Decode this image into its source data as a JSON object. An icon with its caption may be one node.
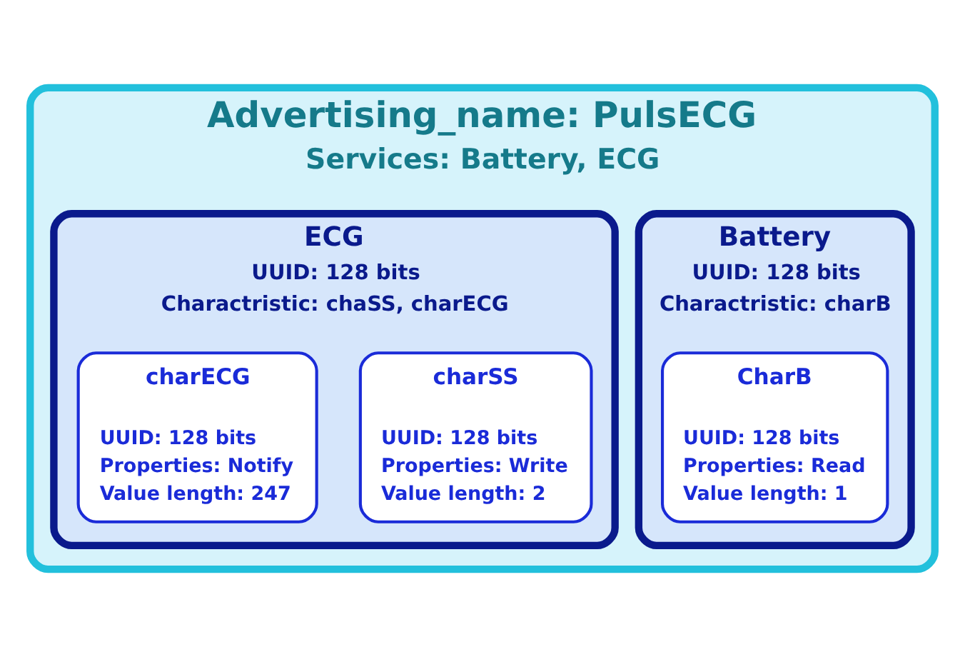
{
  "diagram": {
    "nodes": [
      {
        "text": [
          "Advertising_name: PulsECG",
          "Services: Battery, ECG"
        ]
      },
      {
        "text": [
          "Battery",
          "UUID: 128 bits",
          "Charactristic: charB"
        ],
        "in": 0
      },
      {
        "text": [
          "CharB",
          "UUID: 128 bits",
          "Properties: Read",
          "Value length: 1"
        ],
        "in": 1
      },
      {
        "text": [
          "ECG",
          "UUID: 128 bits",
          "Charactristic: chaSS, charECG"
        ],
        "in": 0
      },
      {
        "text": [
          "charSS",
          "UUID: 128 bits",
          "Properties: Write",
          "Value length: 2"
        ],
        "in": 3
      },
      {
        "text": [
          "charECG",
          "UUID: 128 bits",
          "Properties: Notify",
          "Value length: 247"
        ],
        "in": 3
      }
    ]
  }
}
